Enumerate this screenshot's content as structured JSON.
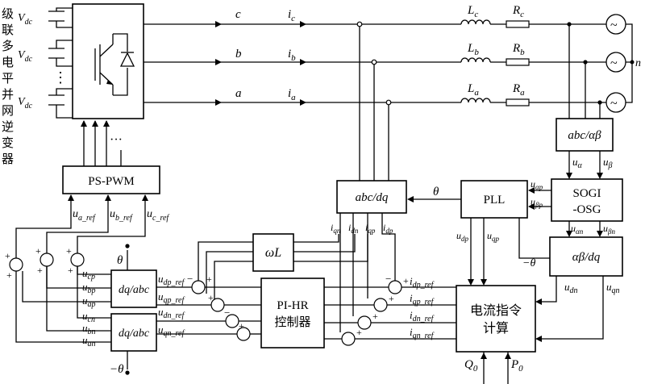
{
  "side_label": [
    "级",
    "联",
    "多",
    "电",
    "平",
    "并",
    "网",
    "逆",
    "变",
    "器"
  ],
  "vdc": {
    "main": "V",
    "sub": "dc"
  },
  "phases": [
    {
      "name": "c",
      "current": "i",
      "current_sub": "c",
      "inductor": "L",
      "inductor_sub": "c",
      "resistor": "R",
      "resistor_sub": "c"
    },
    {
      "name": "b",
      "current": "i",
      "current_sub": "b",
      "inductor": "L",
      "inductor_sub": "b",
      "resistor": "R",
      "resistor_sub": "b"
    },
    {
      "name": "a",
      "current": "i",
      "current_sub": "a",
      "inductor": "L",
      "inductor_sub": "a",
      "resistor": "R",
      "resistor_sub": "a"
    }
  ],
  "neutral": "n",
  "dots_vertical": "⋮",
  "dots_horizontal": "···",
  "blocks": {
    "pspwm": "PS-PWM",
    "abc_dq": "abc/dq",
    "pll": "PLL",
    "sogi_1": "SOGI",
    "sogi_2": "-OSG",
    "abc_ab": "abc/αβ",
    "ab_dq": "αβ/dq",
    "omega_l": "ωL",
    "pihr_1": "PI-HR",
    "pihr_2": "控制器",
    "dq_abc_1": "dq/abc",
    "dq_abc_2": "dq/abc",
    "current_cmd_1": "电流指令",
    "current_cmd_2": "计算"
  },
  "signals": {
    "u_a_ref": {
      "m": "u",
      "s": "a_ref"
    },
    "u_b_ref": {
      "m": "u",
      "s": "b_ref"
    },
    "u_c_ref": {
      "m": "u",
      "s": "c_ref"
    },
    "theta": "θ",
    "neg_theta": "−θ",
    "u_alpha": {
      "m": "u",
      "s": "α"
    },
    "u_beta": {
      "m": "u",
      "s": "β"
    },
    "u_alpha_p": {
      "m": "u",
      "s": "αp"
    },
    "u_beta_p": {
      "m": "u",
      "s": "βp"
    },
    "u_alpha_n": {
      "m": "u",
      "s": "αn"
    },
    "u_beta_n": {
      "m": "u",
      "s": "βn"
    },
    "i_qn": {
      "m": "i",
      "s": "qn"
    },
    "i_dn": {
      "m": "i",
      "s": "dn"
    },
    "i_qp": {
      "m": "i",
      "s": "qp"
    },
    "i_dp": {
      "m": "i",
      "s": "dp"
    },
    "u_dp": {
      "m": "u",
      "s": "dp"
    },
    "u_qp": {
      "m": "u",
      "s": "qp"
    },
    "u_dn": {
      "m": "u",
      "s": "dn"
    },
    "u_qn": {
      "m": "u",
      "s": "qn"
    },
    "u_dp_ref": {
      "m": "u",
      "s": "dp_ref"
    },
    "u_qp_ref": {
      "m": "u",
      "s": "qp_ref"
    },
    "u_dn_ref": {
      "m": "u",
      "s": "dn_ref"
    },
    "u_qn_ref": {
      "m": "u",
      "s": "qn_ref"
    },
    "i_dp_ref": {
      "m": "i",
      "s": "dp_ref"
    },
    "i_qp_ref": {
      "m": "i",
      "s": "qp_ref"
    },
    "i_dn_ref": {
      "m": "i",
      "s": "dn_ref"
    },
    "i_qn_ref": {
      "m": "i",
      "s": "qn_ref"
    },
    "u_cp": {
      "m": "u",
      "s": "cp"
    },
    "u_bp": {
      "m": "u",
      "s": "bp"
    },
    "u_ap": {
      "m": "u",
      "s": "ap"
    },
    "u_cn": {
      "m": "u",
      "s": "cn"
    },
    "u_bn": {
      "m": "u",
      "s": "bn"
    },
    "u_an": {
      "m": "u",
      "s": "an"
    },
    "q0": {
      "m": "Q",
      "s": "0"
    },
    "p0": {
      "m": "P",
      "s": "0"
    }
  },
  "plus": "+",
  "minus": "−",
  "sine": "~"
}
